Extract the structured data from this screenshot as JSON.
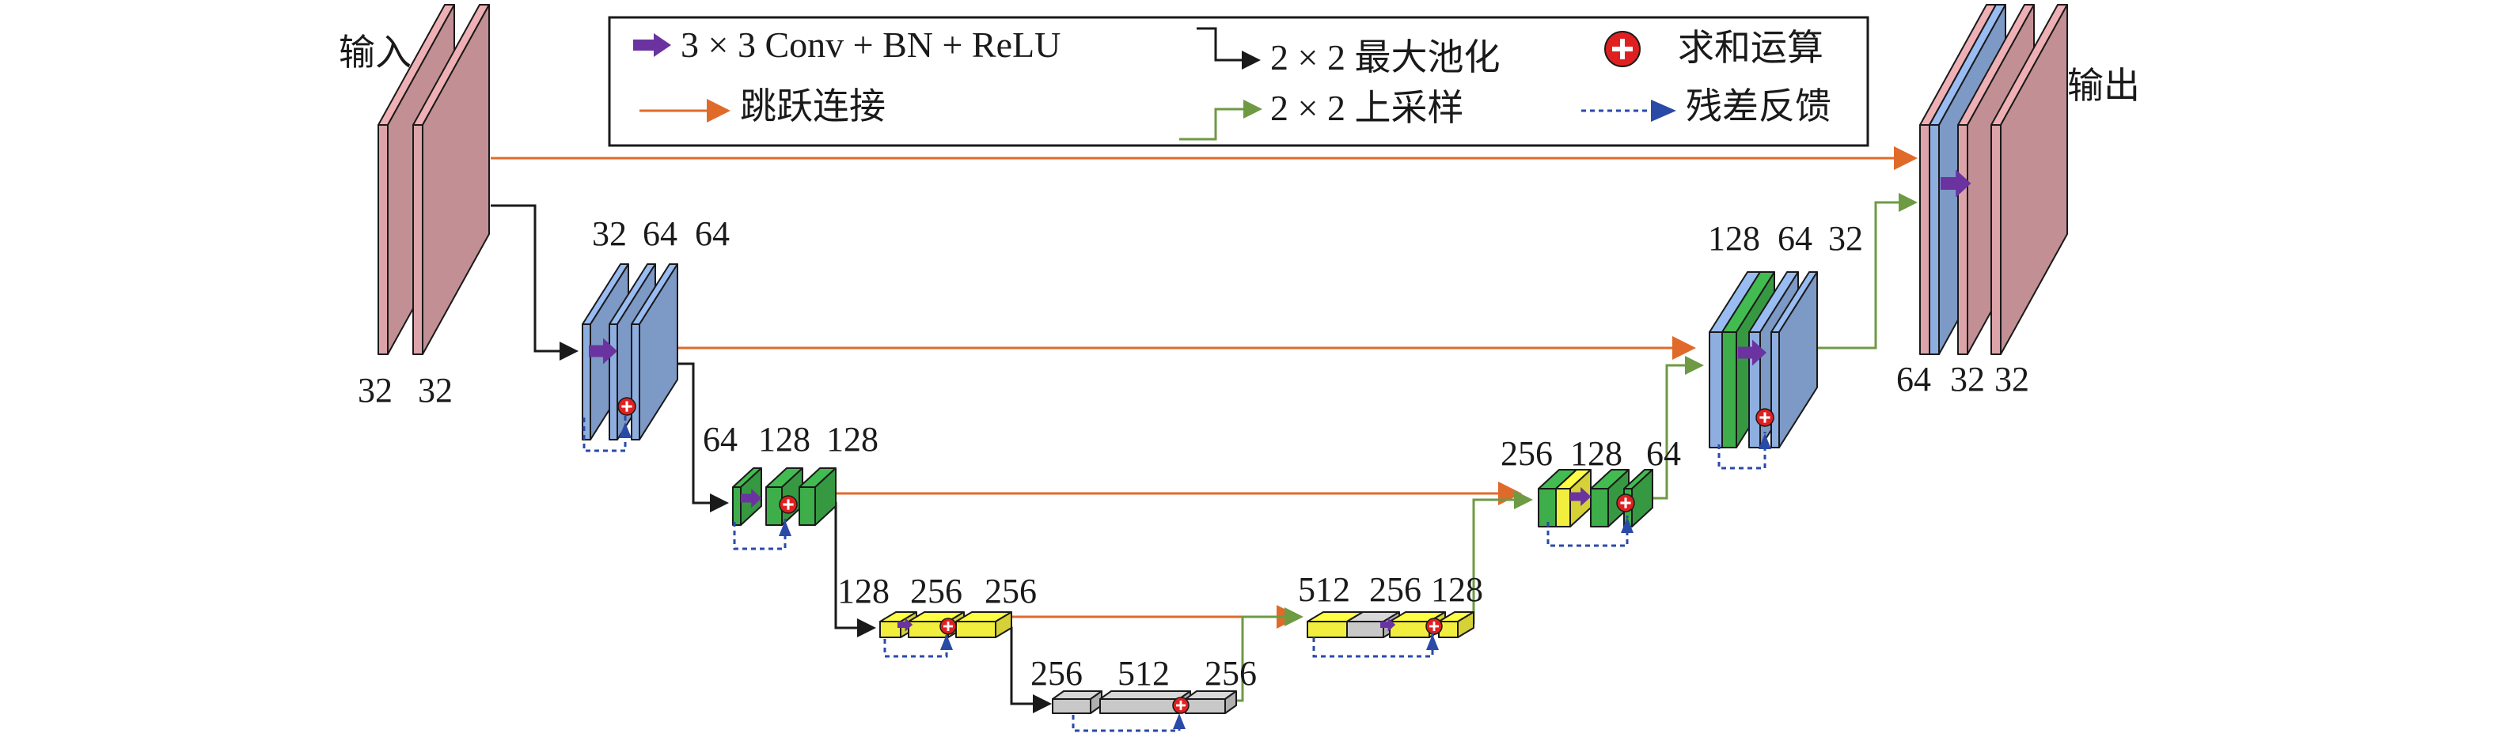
{
  "labels": {
    "input": "输入",
    "output": "输出"
  },
  "legend": {
    "conv": "3 × 3 Conv + BN + ReLU",
    "maxpool": "2 × 2 最大池化",
    "sum": "求和运算",
    "skip": "跳跃连接",
    "upsample": "2 × 2 上采样",
    "residual": "残差反馈"
  },
  "channels": {
    "enc1": [
      "32",
      "32"
    ],
    "enc2": [
      "32",
      "64",
      "64"
    ],
    "enc3": [
      "64",
      "128",
      "128"
    ],
    "enc4": [
      "128",
      "256",
      "256"
    ],
    "bottleneck": [
      "256",
      "512",
      "256"
    ],
    "dec4": [
      "512",
      "256",
      "128"
    ],
    "dec3": [
      "256",
      "128",
      "64"
    ],
    "dec2": [
      "128",
      "64",
      "32"
    ],
    "dec1": [
      "64",
      "32",
      "32"
    ]
  },
  "colors": {
    "pink": "#dca3a8",
    "blue": "#8eaee0",
    "green": "#3dae4a",
    "yellow": "#f2ee3e",
    "gray": "#c8c8c8",
    "conv_arrow": "#6a33a0",
    "skip_arrow": "#e06a2a",
    "up_arrow": "#6e9a44",
    "pool_arrow": "#1a1a1a",
    "residual": "#2a4aa8",
    "sum": "#e02020"
  },
  "icons": {
    "conv": "purple-arrow-icon",
    "sum": "plus-circle-icon",
    "residual": "dashed-blue-arrow-icon"
  }
}
